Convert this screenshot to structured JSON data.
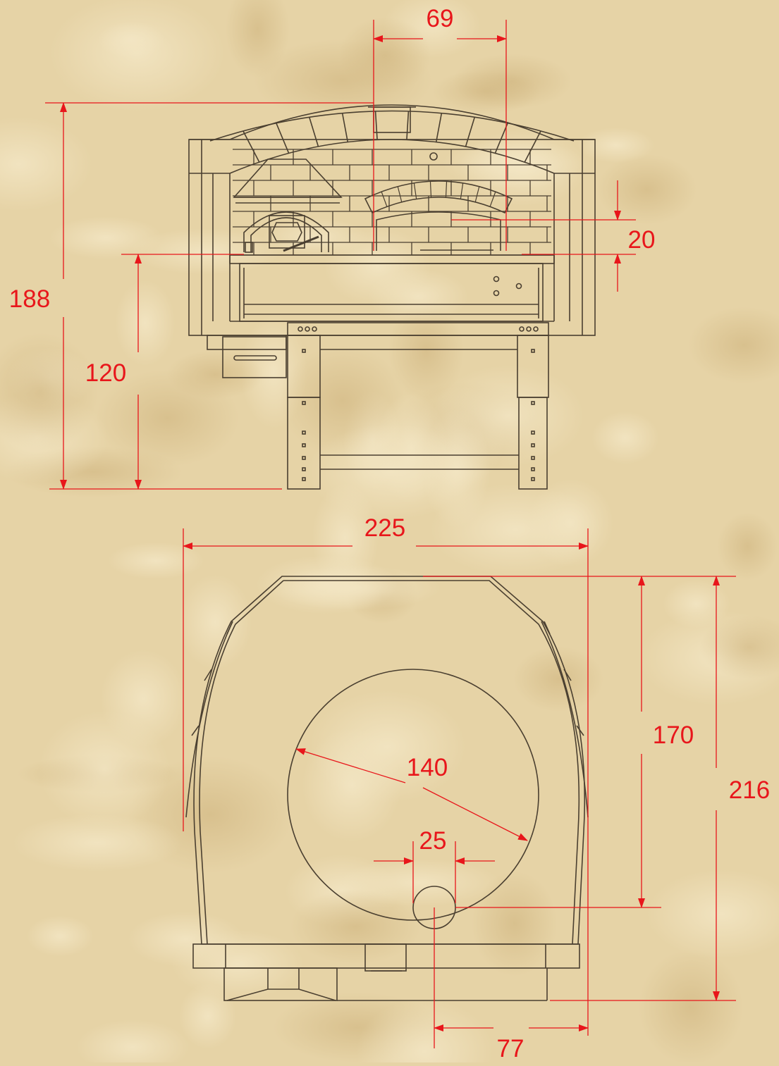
{
  "colors": {
    "background": "#e6d3a6",
    "parchment_light": "#f0e2bd",
    "parchment_dark": "#d6bf8c",
    "drawing_line": "#4a3f30",
    "dimension": "#e8161b"
  },
  "dimensions": {
    "opening_width": "69",
    "opening_height": "20",
    "total_height": "188",
    "floor_height": "120",
    "total_width": "225",
    "floor_diameter": "140",
    "flue_diameter": "25",
    "depth_inner": "170",
    "depth_total": "216",
    "flue_offset": "77"
  }
}
